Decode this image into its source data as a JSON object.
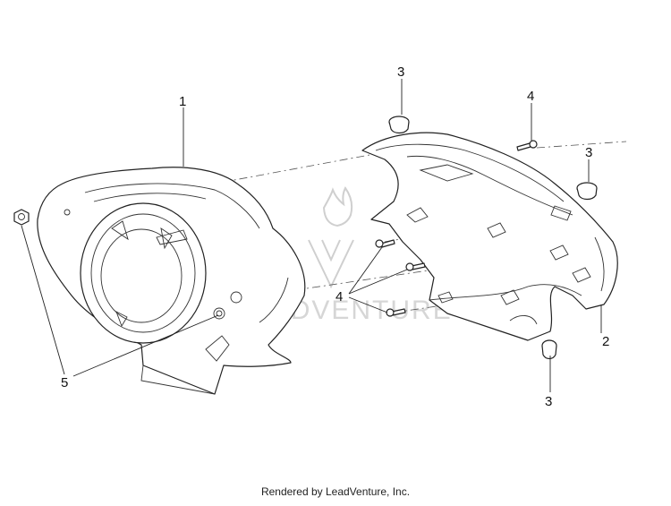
{
  "diagram": {
    "callouts": [
      {
        "id": "c1",
        "label": "1"
      },
      {
        "id": "c2",
        "label": "2"
      },
      {
        "id": "c3a",
        "label": "3"
      },
      {
        "id": "c3b",
        "label": "3"
      },
      {
        "id": "c3c",
        "label": "3"
      },
      {
        "id": "c4a",
        "label": "4"
      },
      {
        "id": "c4b",
        "label": "4"
      },
      {
        "id": "c5",
        "label": "5"
      }
    ],
    "watermark": "LEADVENTURE"
  },
  "footer": {
    "text": "Rendered by LeadVenture, Inc."
  }
}
